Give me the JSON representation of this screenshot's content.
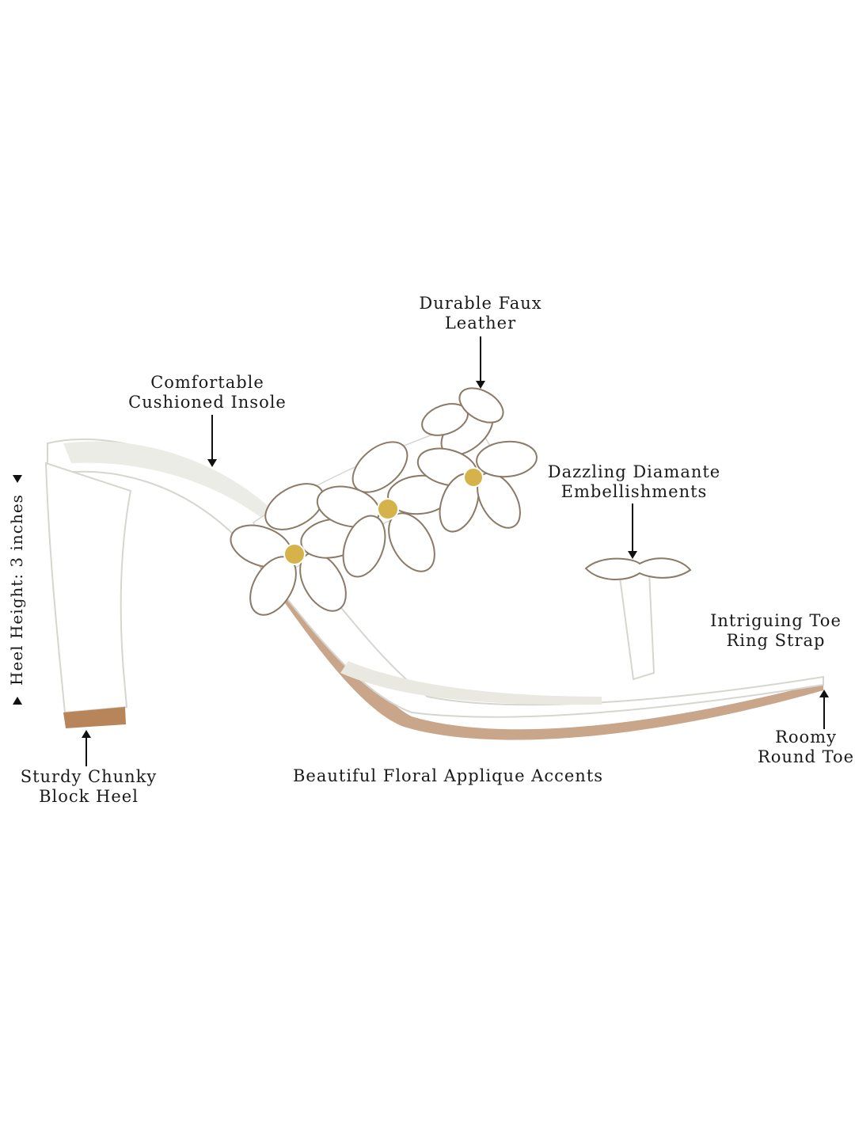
{
  "annotations": {
    "faux_leather": [
      "Durable Faux",
      "Leather"
    ],
    "insole": [
      "Comfortable",
      "Cushioned Insole"
    ],
    "diamante": [
      "Dazzling Diamante",
      "Embellishments"
    ],
    "toe_ring": [
      "Intriguing Toe",
      "Ring Strap"
    ],
    "toe": [
      "Roomy",
      "Round Toe"
    ],
    "heel": [
      "Sturdy Chunky",
      "Block Heel"
    ],
    "floral": "Beautiful Floral Applique Accents",
    "heel_height": "Heel Height: 3 inches"
  },
  "colors": {
    "leather": "#ffffff",
    "outline": "#cfcfc9",
    "sole": "#c9a58a",
    "heel_tip": "#b88459",
    "crystal": "#d6b24a"
  }
}
